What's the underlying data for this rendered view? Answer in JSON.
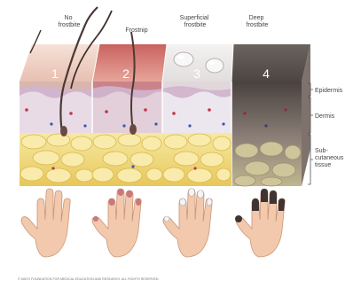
{
  "stages": [
    {
      "number": "1",
      "label": "No\nfrostbite"
    },
    {
      "number": "2",
      "label": "Frostnip"
    },
    {
      "number": "3",
      "label": "Superficial\nfrostbite"
    },
    {
      "number": "4",
      "label": "Deep\nfrostbite"
    }
  ],
  "layers": {
    "epidermis": "Epidermis",
    "dermis": "Dermis",
    "subcutaneous": "Sub-\ncutaneous\ntissue"
  },
  "credit": "© MAYO FOUNDATION FOR MEDICAL EDUCATION AND RESEARCH. ALL RIGHTS RESERVED.",
  "colors": {
    "stage1_top": "#efd2c6",
    "stage2_top": "#d7807f",
    "stage3_top": "#ece8e8",
    "stage4_top": "#5a524d",
    "dermis": "#e4dce8",
    "fat": "#f1dc7c",
    "skin_hand": "#f1c7aa",
    "frostbite_dark": "#3e3434"
  }
}
